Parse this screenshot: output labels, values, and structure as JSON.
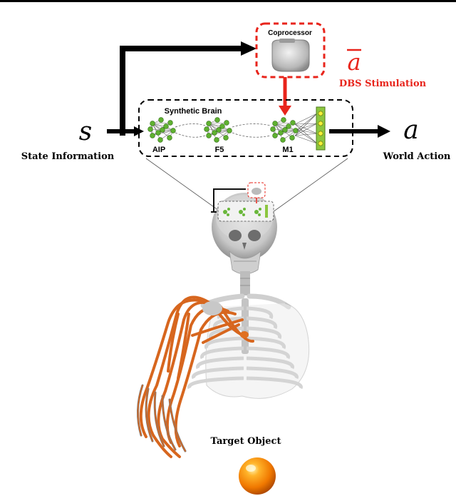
{
  "diagram": {
    "state": {
      "symbol": "s",
      "label": "State Information"
    },
    "action": {
      "symbol": "a",
      "label": "World Action"
    },
    "coprocessor": {
      "title": "Coprocessor",
      "output_symbol": "a",
      "output_label": "DBS Stimulation"
    },
    "brain": {
      "title": "Synthetic Brain",
      "areas": [
        "AIP",
        "F5",
        "M1"
      ]
    },
    "target": {
      "label": "Target Object"
    },
    "colors": {
      "highlight_red": "#e8241b",
      "node_green": "#5fb130",
      "output_layer": "#8cc63f",
      "muscle_orange": "#d7661e",
      "bone": "#d4d4d4",
      "ball": "#ff8a00"
    },
    "icons": [
      "pacemaker-device-icon",
      "skeleton-icon",
      "ball-icon"
    ]
  }
}
